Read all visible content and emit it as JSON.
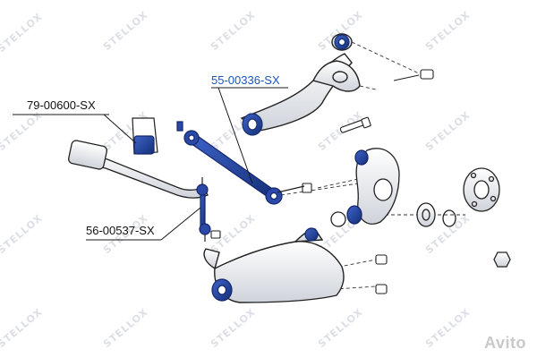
{
  "watermark": {
    "text": "STELLOX"
  },
  "parts": {
    "control_link_label": "55-00336-SX",
    "bushing_label": "79-00600-SX",
    "stabilizer_link_label": "56-00537-SX"
  },
  "brand": {
    "avito_text": "Avito"
  },
  "colors": {
    "accent": "#1a56b8",
    "part_blue": "#1f3f8c",
    "outline": "#222222"
  }
}
